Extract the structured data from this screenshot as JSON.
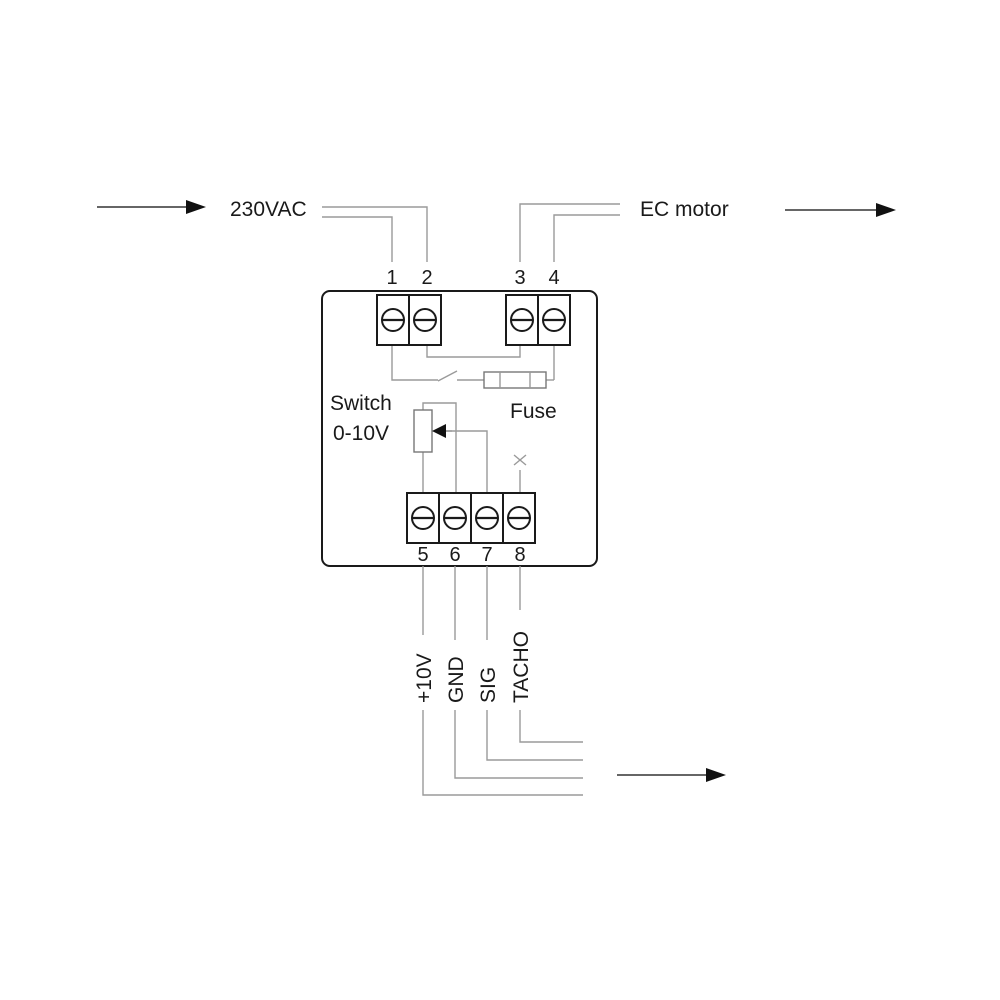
{
  "labels": {
    "input_power": "230VAC",
    "output_motor": "EC motor",
    "switch_line1": "Switch",
    "switch_line2": "0-10V",
    "fuse": "Fuse"
  },
  "terminals_top": [
    "1",
    "2",
    "3",
    "4"
  ],
  "terminals_bottom": [
    "5",
    "6",
    "7",
    "8"
  ],
  "signals": [
    "+10V",
    "GND",
    "SIG",
    "TACHO"
  ],
  "colors": {
    "line": "#1a1a1a",
    "wire": "#9a9a9a"
  }
}
